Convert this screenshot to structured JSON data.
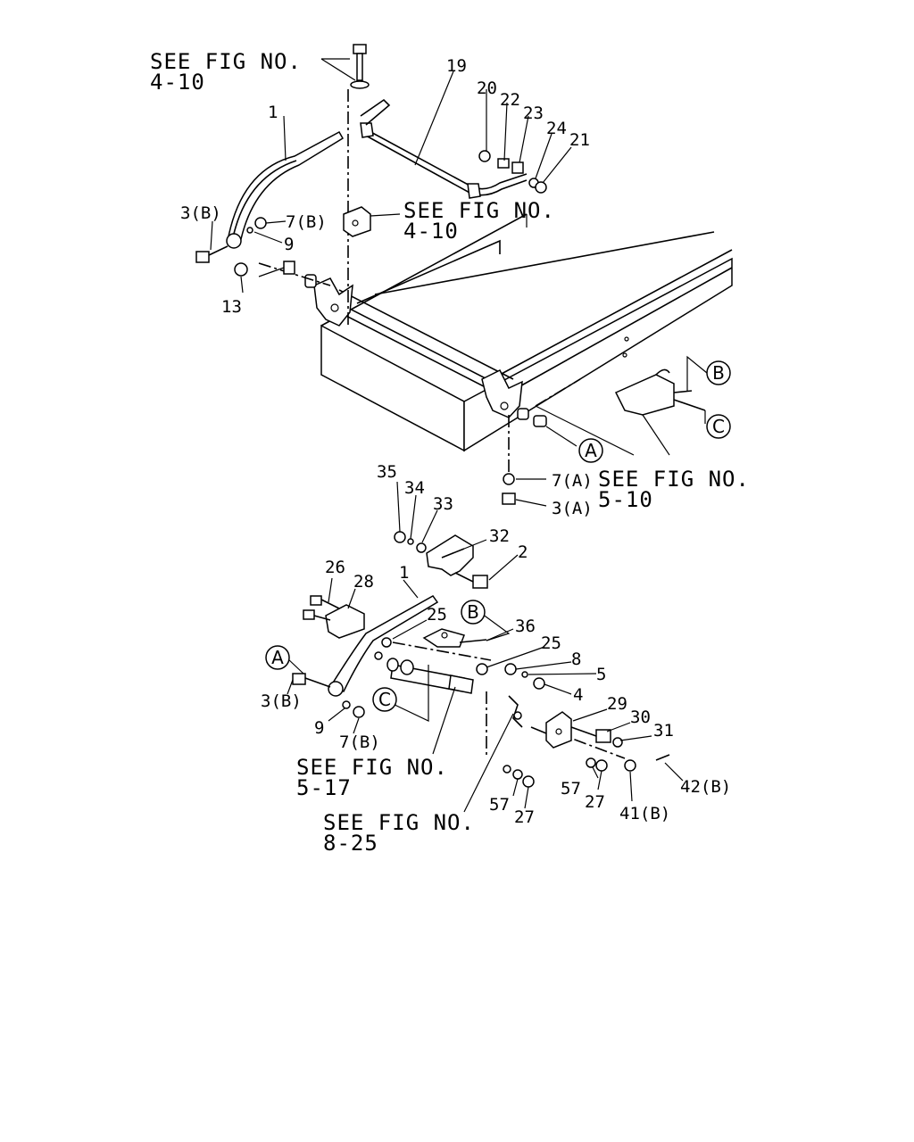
{
  "labels": {
    "n1_top": "1",
    "n19": "19",
    "n20": "20",
    "n22": "22",
    "n23": "23",
    "n24": "24",
    "n21": "21",
    "n3b_top": "3(B)",
    "n7b_top": "7(B)",
    "n9_top": "9",
    "n13": "13",
    "n7a": "7(A)",
    "n3a": "3(A)",
    "n35": "35",
    "n34": "34",
    "n33": "33",
    "n32": "32",
    "n2": "2",
    "n26": "26",
    "n28": "28",
    "n1_bot": "1",
    "n25a": "25",
    "n36": "36",
    "n25b": "25",
    "n8": "8",
    "n5": "5",
    "n4": "4",
    "n3b_bot": "3(B)",
    "n9_bot": "9",
    "n7b_bot": "7(B)",
    "n29": "29",
    "n30": "30",
    "n31": "31",
    "n57a": "57",
    "n27a": "27",
    "n57b": "57",
    "n27b": "27",
    "n41b": "41(B)",
    "n42b": "42(B)"
  },
  "refs": {
    "r1_line1": "SEE FIG NO.",
    "r1_line2": "4-10",
    "r2_line1": "SEE FIG NO.",
    "r2_line2": "4-10",
    "r3_line1": "SEE FIG NO.",
    "r3_line2": "5-10",
    "r4_line1": "SEE FIG NO.",
    "r4_line2": "5-17",
    "r5_line1": "SEE FIG NO.",
    "r5_line2": "8-25"
  },
  "callouts": {
    "a_top": "A",
    "b_top": "B",
    "c_top": "C",
    "a_bot": "A",
    "b_bot": "B",
    "c_bot": "C"
  }
}
